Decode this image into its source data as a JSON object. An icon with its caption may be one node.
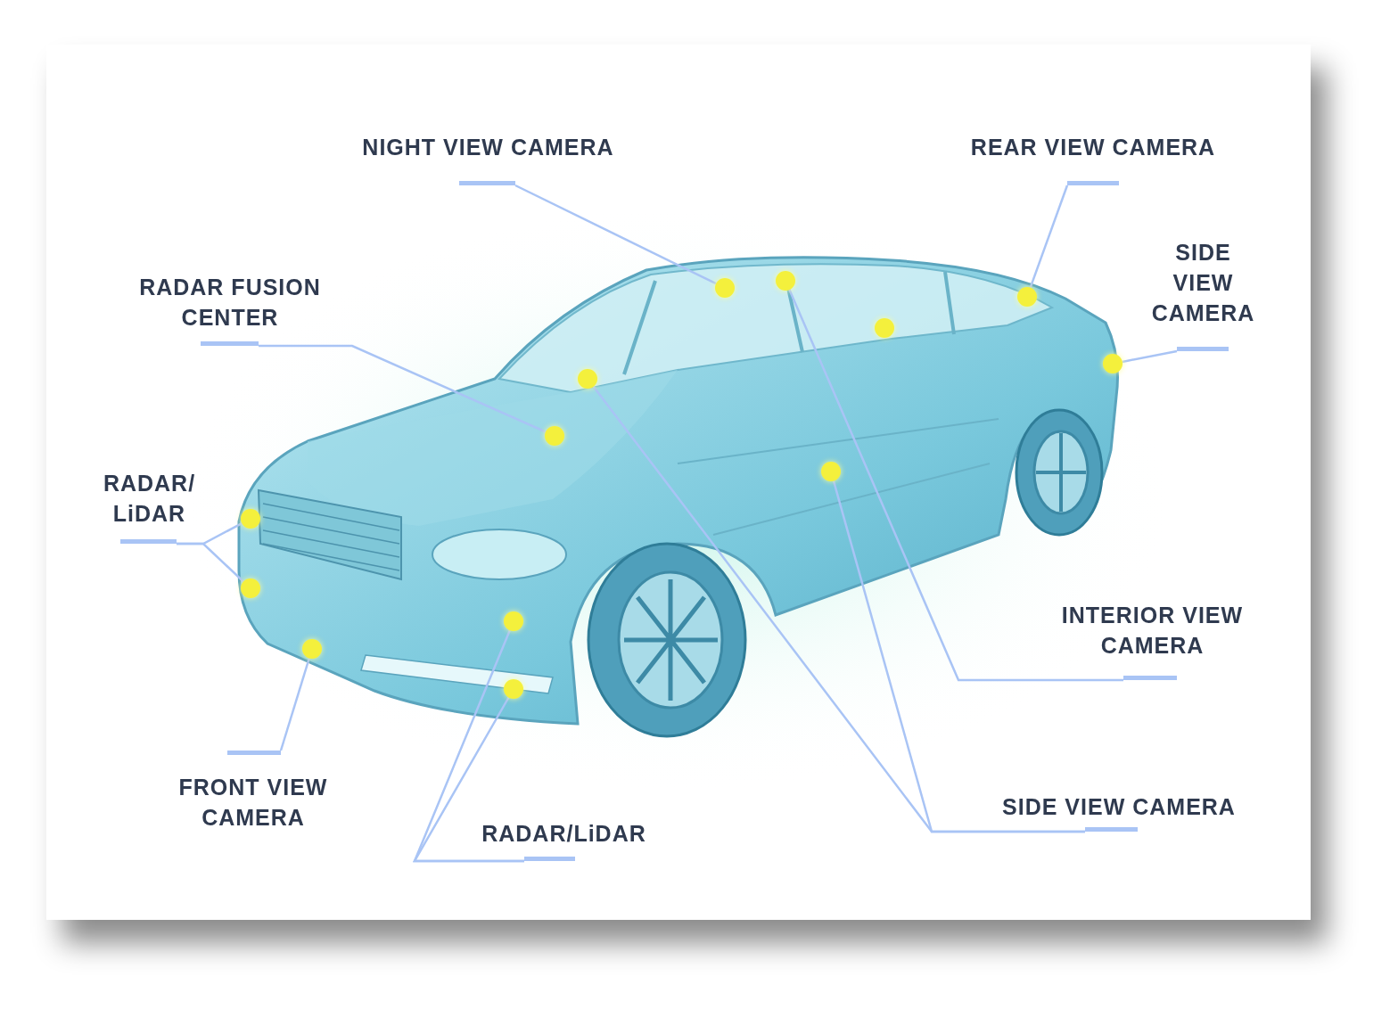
{
  "diagram": {
    "nodes": [
      {
        "text": [
          "NIGHT VIEW CAMERA"
        ]
      },
      {
        "text": [
          "REAR VIEW CAMERA"
        ]
      },
      {
        "text": [
          "RADAR FUSION CENTER"
        ]
      },
      {
        "text": [
          "SIDE VIEW CAMERA"
        ]
      },
      {
        "text": [
          "RADAR/ LiDAR"
        ]
      },
      {
        "text": [
          "INTERIOR VIEW CAMERA"
        ]
      },
      {
        "text": [
          "FRONT VIEW CAMERA"
        ]
      },
      {
        "text": [
          "RADAR/LiDAR"
        ]
      },
      {
        "text": [
          "SIDE VIEW CAMERA"
        ]
      },
      {
        "text": [],
        "shape": "circle"
      },
      {
        "text": [],
        "shape": "circle"
      },
      {
        "text": [],
        "shape": "circle"
      },
      {
        "text": [],
        "shape": "circle"
      },
      {
        "text": [],
        "shape": "circle"
      },
      {
        "text": [],
        "shape": "circle"
      },
      {
        "text": [],
        "shape": "circle"
      },
      {
        "text": [],
        "shape": "circle"
      },
      {
        "text": [],
        "shape": "circle"
      },
      {
        "text": [],
        "shape": "circle"
      },
      {
        "text": [],
        "shape": "circle"
      },
      {
        "text": [],
        "shape": "circle"
      },
      {
        "text": [],
        "shape": "circle"
      }
    ],
    "edges": [
      {
        "from": 0,
        "to": 16,
        "arrow": "none"
      },
      {
        "from": 1,
        "to": 20,
        "arrow": "none"
      },
      {
        "from": 2,
        "to": 14,
        "arrow": "none"
      },
      {
        "from": 3,
        "to": 21,
        "arrow": "none"
      },
      {
        "from": 4,
        "to": 9,
        "arrow": "none"
      },
      {
        "from": 4,
        "to": 10,
        "arrow": "none"
      },
      {
        "from": 5,
        "to": 17,
        "arrow": "none"
      },
      {
        "from": 6,
        "to": 11,
        "arrow": "none"
      },
      {
        "from": 7,
        "to": 12,
        "arrow": "none"
      },
      {
        "from": 7,
        "to": 13,
        "arrow": "none"
      },
      {
        "from": 8,
        "to": 15,
        "arrow": "none"
      },
      {
        "from": 8,
        "to": 18,
        "arrow": "none"
      }
    ]
  }
}
